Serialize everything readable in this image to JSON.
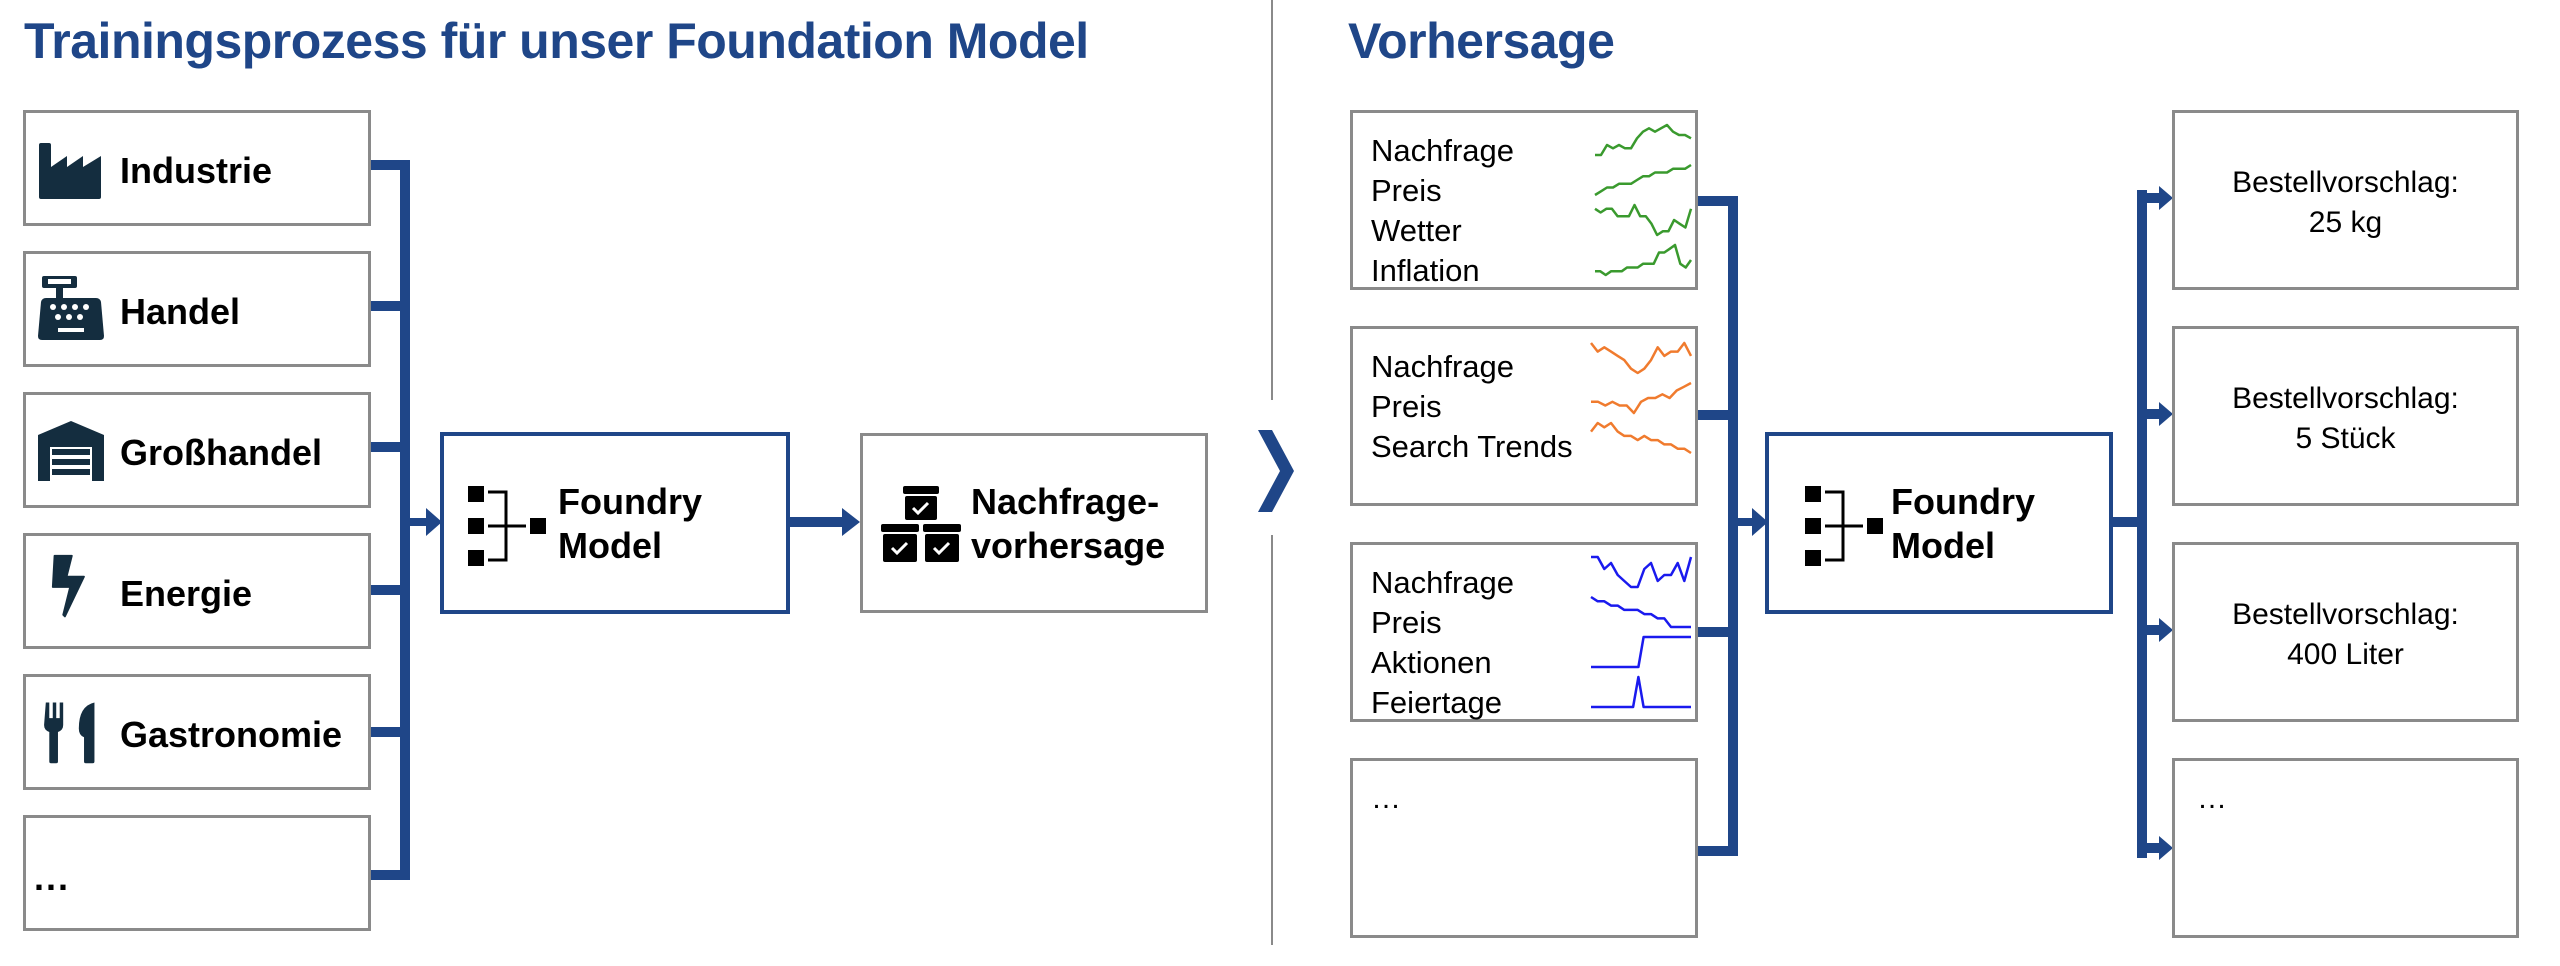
{
  "colors": {
    "accent": "#1f4688",
    "icon": "#142d3f",
    "border": "#8a8a8a",
    "green": "#3a9a2e",
    "orange": "#f07b2e",
    "blue": "#1a1aee"
  },
  "left_panel": {
    "title": "Trainingsprozess für unser Foundation Model",
    "segments": [
      {
        "label": "Industrie",
        "icon": "factory-icon"
      },
      {
        "label": "Handel",
        "icon": "cash-register-icon"
      },
      {
        "label": "Großhandel",
        "icon": "warehouse-icon"
      },
      {
        "label": "Energie",
        "icon": "lightning-icon"
      },
      {
        "label": "Gastronomie",
        "icon": "cutlery-icon"
      },
      {
        "label": "...",
        "icon": ""
      }
    ],
    "model": {
      "line1": "Foundry",
      "line2": "Model",
      "icon": "model-hierarchy-icon"
    },
    "output": {
      "line1": "Nachfrage-",
      "line2": "vorhersage",
      "icon": "boxes-check-icon"
    }
  },
  "separator": {
    "icon": "chevron-right-icon"
  },
  "right_panel": {
    "title": "Vorhersage",
    "inputs": [
      {
        "color": "green",
        "features": [
          "Nachfrage",
          "Preis",
          "Wetter",
          "Inflation"
        ]
      },
      {
        "color": "orange",
        "features": [
          "Nachfrage",
          "Preis",
          "Search Trends"
        ]
      },
      {
        "color": "blue",
        "features": [
          "Nachfrage",
          "Preis",
          "Aktionen",
          "Feiertage"
        ]
      },
      {
        "color": "",
        "features": [
          "…"
        ]
      }
    ],
    "model": {
      "line1": "Foundry",
      "line2": "Model",
      "icon": "model-hierarchy-icon"
    },
    "outputs": [
      {
        "line1": "Bestellvorschlag:",
        "line2": "25 kg"
      },
      {
        "line1": "Bestellvorschlag:",
        "line2": "5 Stück"
      },
      {
        "line1": "Bestellvorschlag:",
        "line2": "400 Liter"
      },
      {
        "line1": "…",
        "line2": ""
      }
    ]
  },
  "sparklines": [
    [
      [
        2,
        2,
        5,
        4,
        5,
        4,
        4,
        7,
        9,
        10,
        9,
        10,
        11,
        9,
        8,
        8,
        7
      ],
      [
        1,
        2,
        3,
        3,
        4,
        4,
        4,
        5,
        6,
        6,
        7,
        7,
        7,
        8,
        8,
        8,
        9
      ],
      [
        8,
        7,
        8,
        8,
        6,
        6,
        6,
        9,
        6,
        6,
        4,
        1,
        2,
        2,
        5,
        4,
        3,
        8
      ],
      [
        3,
        3,
        2,
        3,
        3,
        3,
        4,
        4,
        4,
        5,
        5,
        5,
        8,
        8,
        9,
        10,
        5,
        4,
        6
      ]
    ],
    [
      [
        9,
        7,
        8,
        7,
        6,
        5,
        3,
        2,
        3,
        5,
        8,
        6,
        7,
        7,
        9,
        6
      ],
      [
        5,
        5,
        4,
        5,
        4,
        4,
        2,
        5,
        6,
        6,
        7,
        6,
        8,
        9,
        10
      ],
      [
        7,
        9,
        8,
        9,
        7,
        6,
        6,
        5,
        6,
        5,
        5,
        4,
        4,
        3,
        3,
        2
      ]
    ],
    [
      [
        9,
        9,
        7,
        8,
        6,
        5,
        4,
        4,
        7,
        8,
        5,
        6,
        6,
        8,
        5,
        9
      ],
      [
        9,
        8,
        8,
        7,
        7,
        6,
        6,
        6,
        5,
        5,
        4,
        4,
        2,
        2,
        2,
        2
      ],
      [
        0,
        0,
        0,
        0,
        0,
        0,
        0,
        0,
        0,
        0,
        1,
        1,
        1,
        1,
        1,
        1,
        1,
        1,
        1,
        1
      ],
      [
        0,
        0,
        0,
        0,
        0,
        0,
        0,
        0,
        0,
        1,
        0,
        0,
        0,
        0,
        0,
        0,
        0,
        0,
        0,
        0
      ]
    ]
  ]
}
